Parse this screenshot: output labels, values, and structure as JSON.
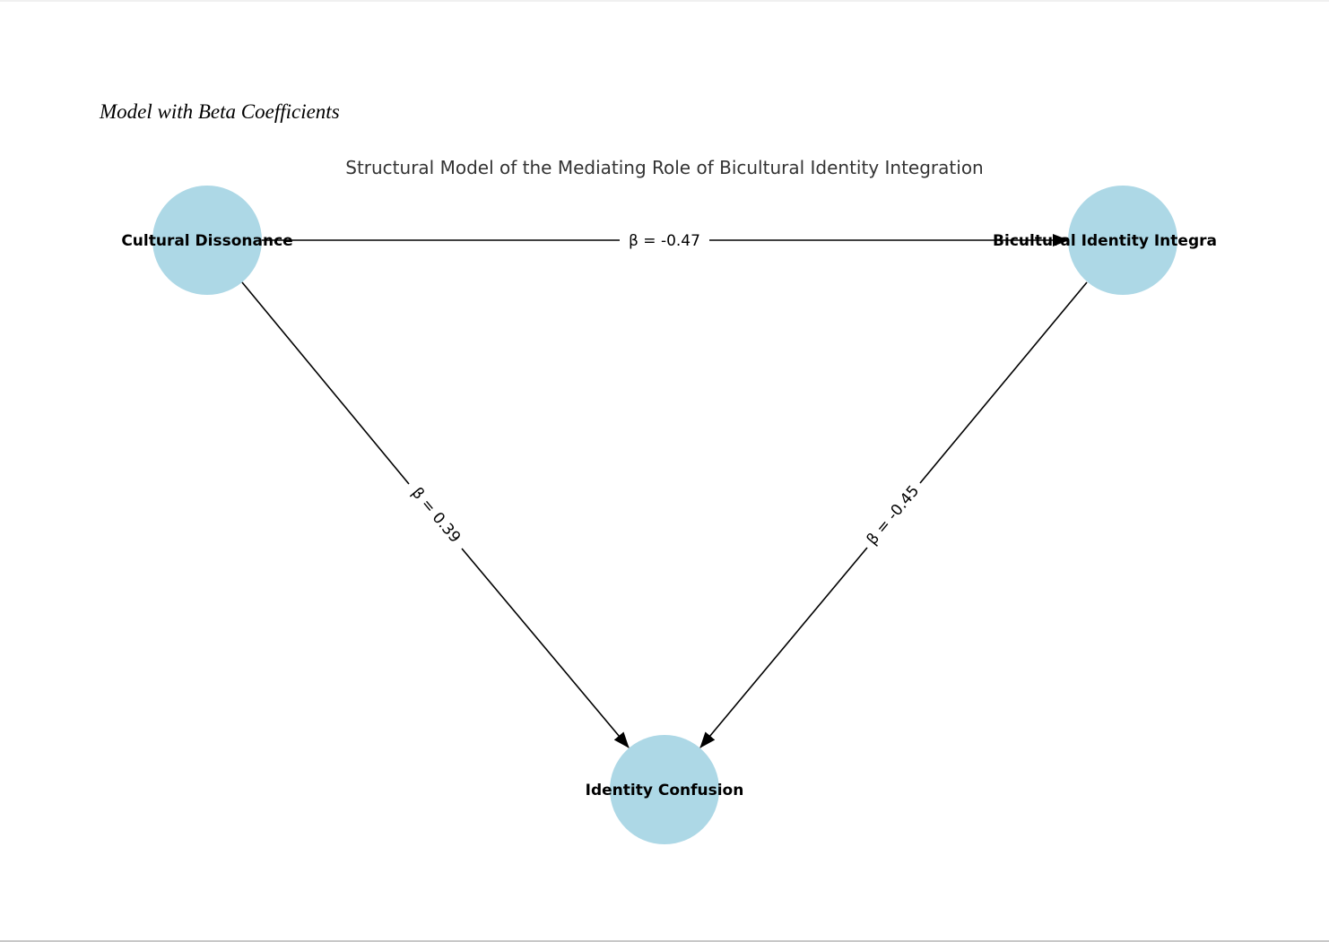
{
  "heading": "Model with Beta Coefficients",
  "diagram": {
    "title": "Structural Model of the Mediating Role of Bicultural Identity Integration",
    "node_color": "#add8e6",
    "edge_color": "#000000",
    "nodes": [
      {
        "id": "cd",
        "label": "Cultural Dissonance"
      },
      {
        "id": "bii",
        "label": "Bicultural Identity Integra"
      },
      {
        "id": "ic",
        "label": "Identity Confusion"
      }
    ],
    "edges": [
      {
        "from": "cd",
        "to": "bii",
        "label": "β = -0.47"
      },
      {
        "from": "cd",
        "to": "ic",
        "label": "β = 0.39"
      },
      {
        "from": "bii",
        "to": "ic",
        "label": "β = -0.45"
      }
    ]
  }
}
